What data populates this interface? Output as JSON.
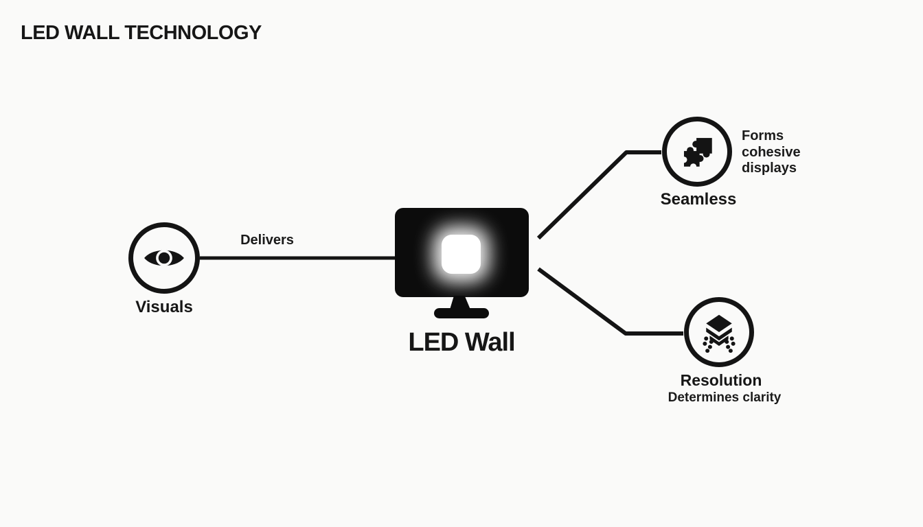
{
  "title": "LED WALL TECHNOLOGY",
  "colors": {
    "background": "#fafaf9",
    "ink": "#141414",
    "glow": "#ffffff"
  },
  "center": {
    "label": "LED Wall",
    "icon": "led-wall-monitor-icon"
  },
  "edges": {
    "visuals_label": "Delivers"
  },
  "nodes": {
    "visuals": {
      "label": "Visuals",
      "icon": "eye-icon"
    },
    "seamless": {
      "label": "Seamless",
      "icon": "puzzle-pieces-icon",
      "description": "Forms cohesive displays"
    },
    "resolution": {
      "label": "Resolution",
      "icon": "layers-icon",
      "description": "Determines clarity"
    }
  }
}
